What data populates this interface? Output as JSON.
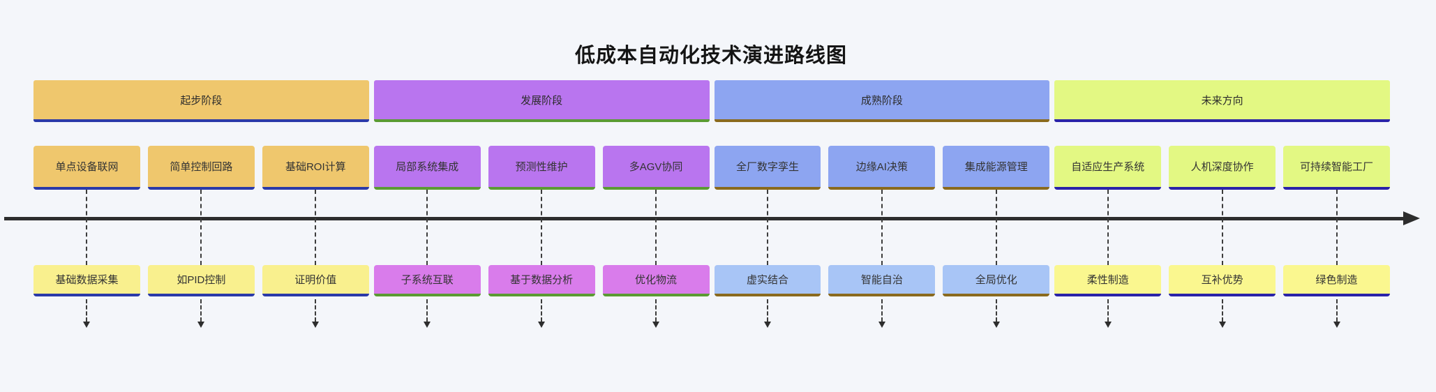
{
  "title": "低成本自动化技术演进路线图",
  "axis": {
    "color": "#2D2D2D",
    "style": "solid-arrow-right"
  },
  "connector_color": "#3C3C3C",
  "background_color": "#F4F6FA",
  "phases": [
    {
      "label": "起步阶段",
      "section_color": "#EFC76D",
      "item_color": "#EFC76D",
      "sub_item_color": "#F9F08E",
      "accent_color": "#2B3AA8",
      "items": [
        {
          "top": "单点设备联网",
          "bottom": "基础数据采集"
        },
        {
          "top": "简单控制回路",
          "bottom": "如PID控制"
        },
        {
          "top": "基础ROI计算",
          "bottom": "证明价值"
        }
      ]
    },
    {
      "label": "发展阶段",
      "section_color": "#B975EF",
      "item_color": "#B975EF",
      "sub_item_color": "#D97CEB",
      "accent_color": "#5B9B33",
      "items": [
        {
          "top": "局部系统集成",
          "bottom": "子系统互联"
        },
        {
          "top": "预测性维护",
          "bottom": "基于数据分析"
        },
        {
          "top": "多AGV协同",
          "bottom": "优化物流"
        }
      ]
    },
    {
      "label": "成熟阶段",
      "section_color": "#8DA5F1",
      "item_color": "#8DA5F1",
      "sub_item_color": "#A8C5F6",
      "accent_color": "#8A6A1E",
      "items": [
        {
          "top": "全厂数字孪生",
          "bottom": "虚实结合"
        },
        {
          "top": "边缘AI决策",
          "bottom": "智能自治"
        },
        {
          "top": "集成能源管理",
          "bottom": "全局优化"
        }
      ]
    },
    {
      "label": "未来方向",
      "section_color": "#E3F883",
      "item_color": "#E3F883",
      "sub_item_color": "#FAF78F",
      "accent_color": "#2A23A8",
      "items": [
        {
          "top": "自适应生产系统",
          "bottom": "柔性制造"
        },
        {
          "top": "人机深度协作",
          "bottom": "互补优势"
        },
        {
          "top": "可持续智能工厂",
          "bottom": "绿色制造"
        }
      ]
    }
  ]
}
